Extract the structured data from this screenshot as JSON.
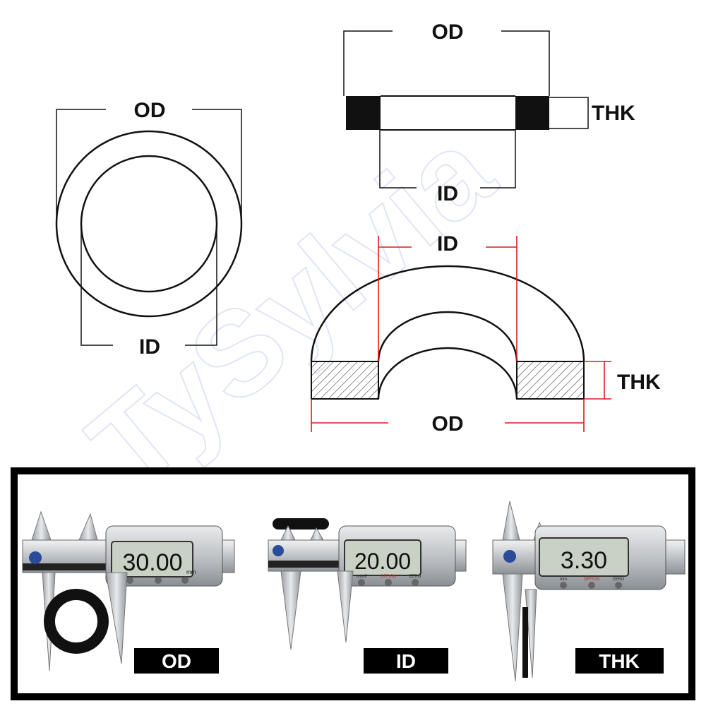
{
  "watermark": "TySylvia",
  "ring_front_view": {
    "od_label": "OD",
    "id_label": "ID"
  },
  "ring_side_view": {
    "od_label": "OD",
    "thk_label": "THK",
    "id_label": "ID"
  },
  "ring_cross_section": {
    "id_label": "ID",
    "thk_label": "THK",
    "od_label": "OD",
    "dimension_color": "#e0191e"
  },
  "photos": [
    {
      "reading": "30.00",
      "unit": "mm",
      "caption": "OD"
    },
    {
      "reading": "20.00",
      "unit": "",
      "caption": "ID",
      "buttons": [
        "on/off",
        "OFF/ON",
        "ZERO"
      ]
    },
    {
      "reading": "3.30",
      "unit": "",
      "caption": "THK",
      "buttons": [
        "mm",
        "OFF/ON",
        "ZERO"
      ]
    }
  ],
  "colors": {
    "line": "#111111",
    "dimension": "#e0191e",
    "caliper_lcd": "#c9d1c4",
    "panel_border": "#000000"
  }
}
